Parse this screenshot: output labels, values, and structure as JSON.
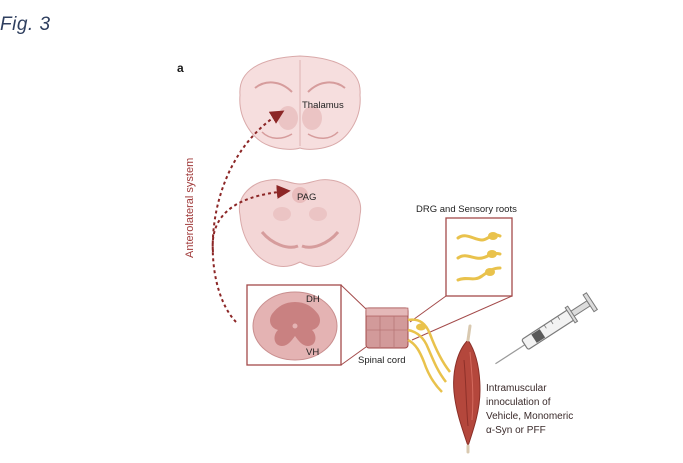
{
  "figure": {
    "title": "Fig. 3",
    "panel": "a"
  },
  "labels": {
    "thalamus": "Thalamus",
    "pag": "PAG",
    "anterolateral": "Anterolateral system",
    "drg": "DRG and Sensory roots",
    "dh": "DH",
    "vh": "VH",
    "spinal_cord": "Spinal cord",
    "injection": [
      "Intramuscular",
      "innoculation of",
      "Vehicle, Monomeric",
      "α-Syn or PFF"
    ]
  },
  "colors": {
    "tract": "#8c2626",
    "box_stroke": "#a34a4a",
    "tissue_light": "#f4dede",
    "tissue_mid": "#e8bcbc",
    "tissue_dark": "#c98585",
    "nerve": "#e9c24c",
    "muscle": "#b4473c"
  }
}
